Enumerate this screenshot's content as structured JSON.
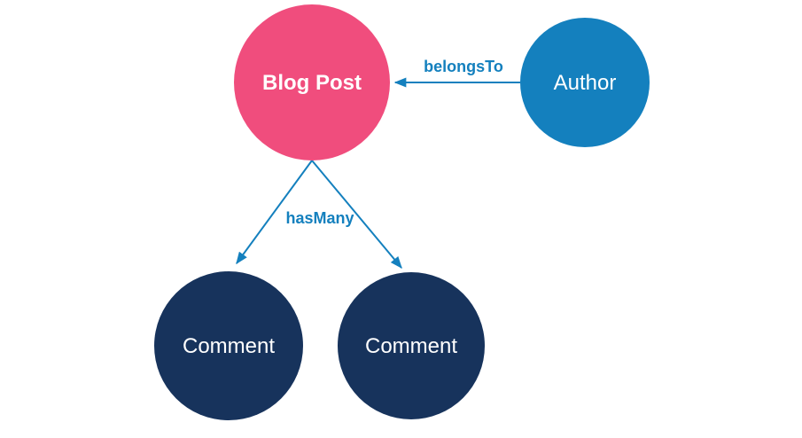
{
  "diagram": {
    "background": "#FFFFFF",
    "nodes": {
      "blog_post": {
        "label": "Blog Post",
        "color": "#F04D7D",
        "text_color": "#FFFFFF"
      },
      "author": {
        "label": "Author",
        "color": "#1480BE",
        "text_color": "#FFFFFF"
      },
      "comment_left": {
        "label": "Comment",
        "color": "#17335C",
        "text_color": "#FFFFFF"
      },
      "comment_right": {
        "label": "Comment",
        "color": "#17335C",
        "text_color": "#FFFFFF"
      }
    },
    "edges": {
      "belongs_to": {
        "label": "belongsTo",
        "from": "Author",
        "to": "Blog Post"
      },
      "has_many": {
        "label": "hasMany",
        "from": "Blog Post",
        "to": "Comment"
      }
    },
    "edge_color": "#1480BE",
    "edge_label_color": "#1480BE"
  }
}
